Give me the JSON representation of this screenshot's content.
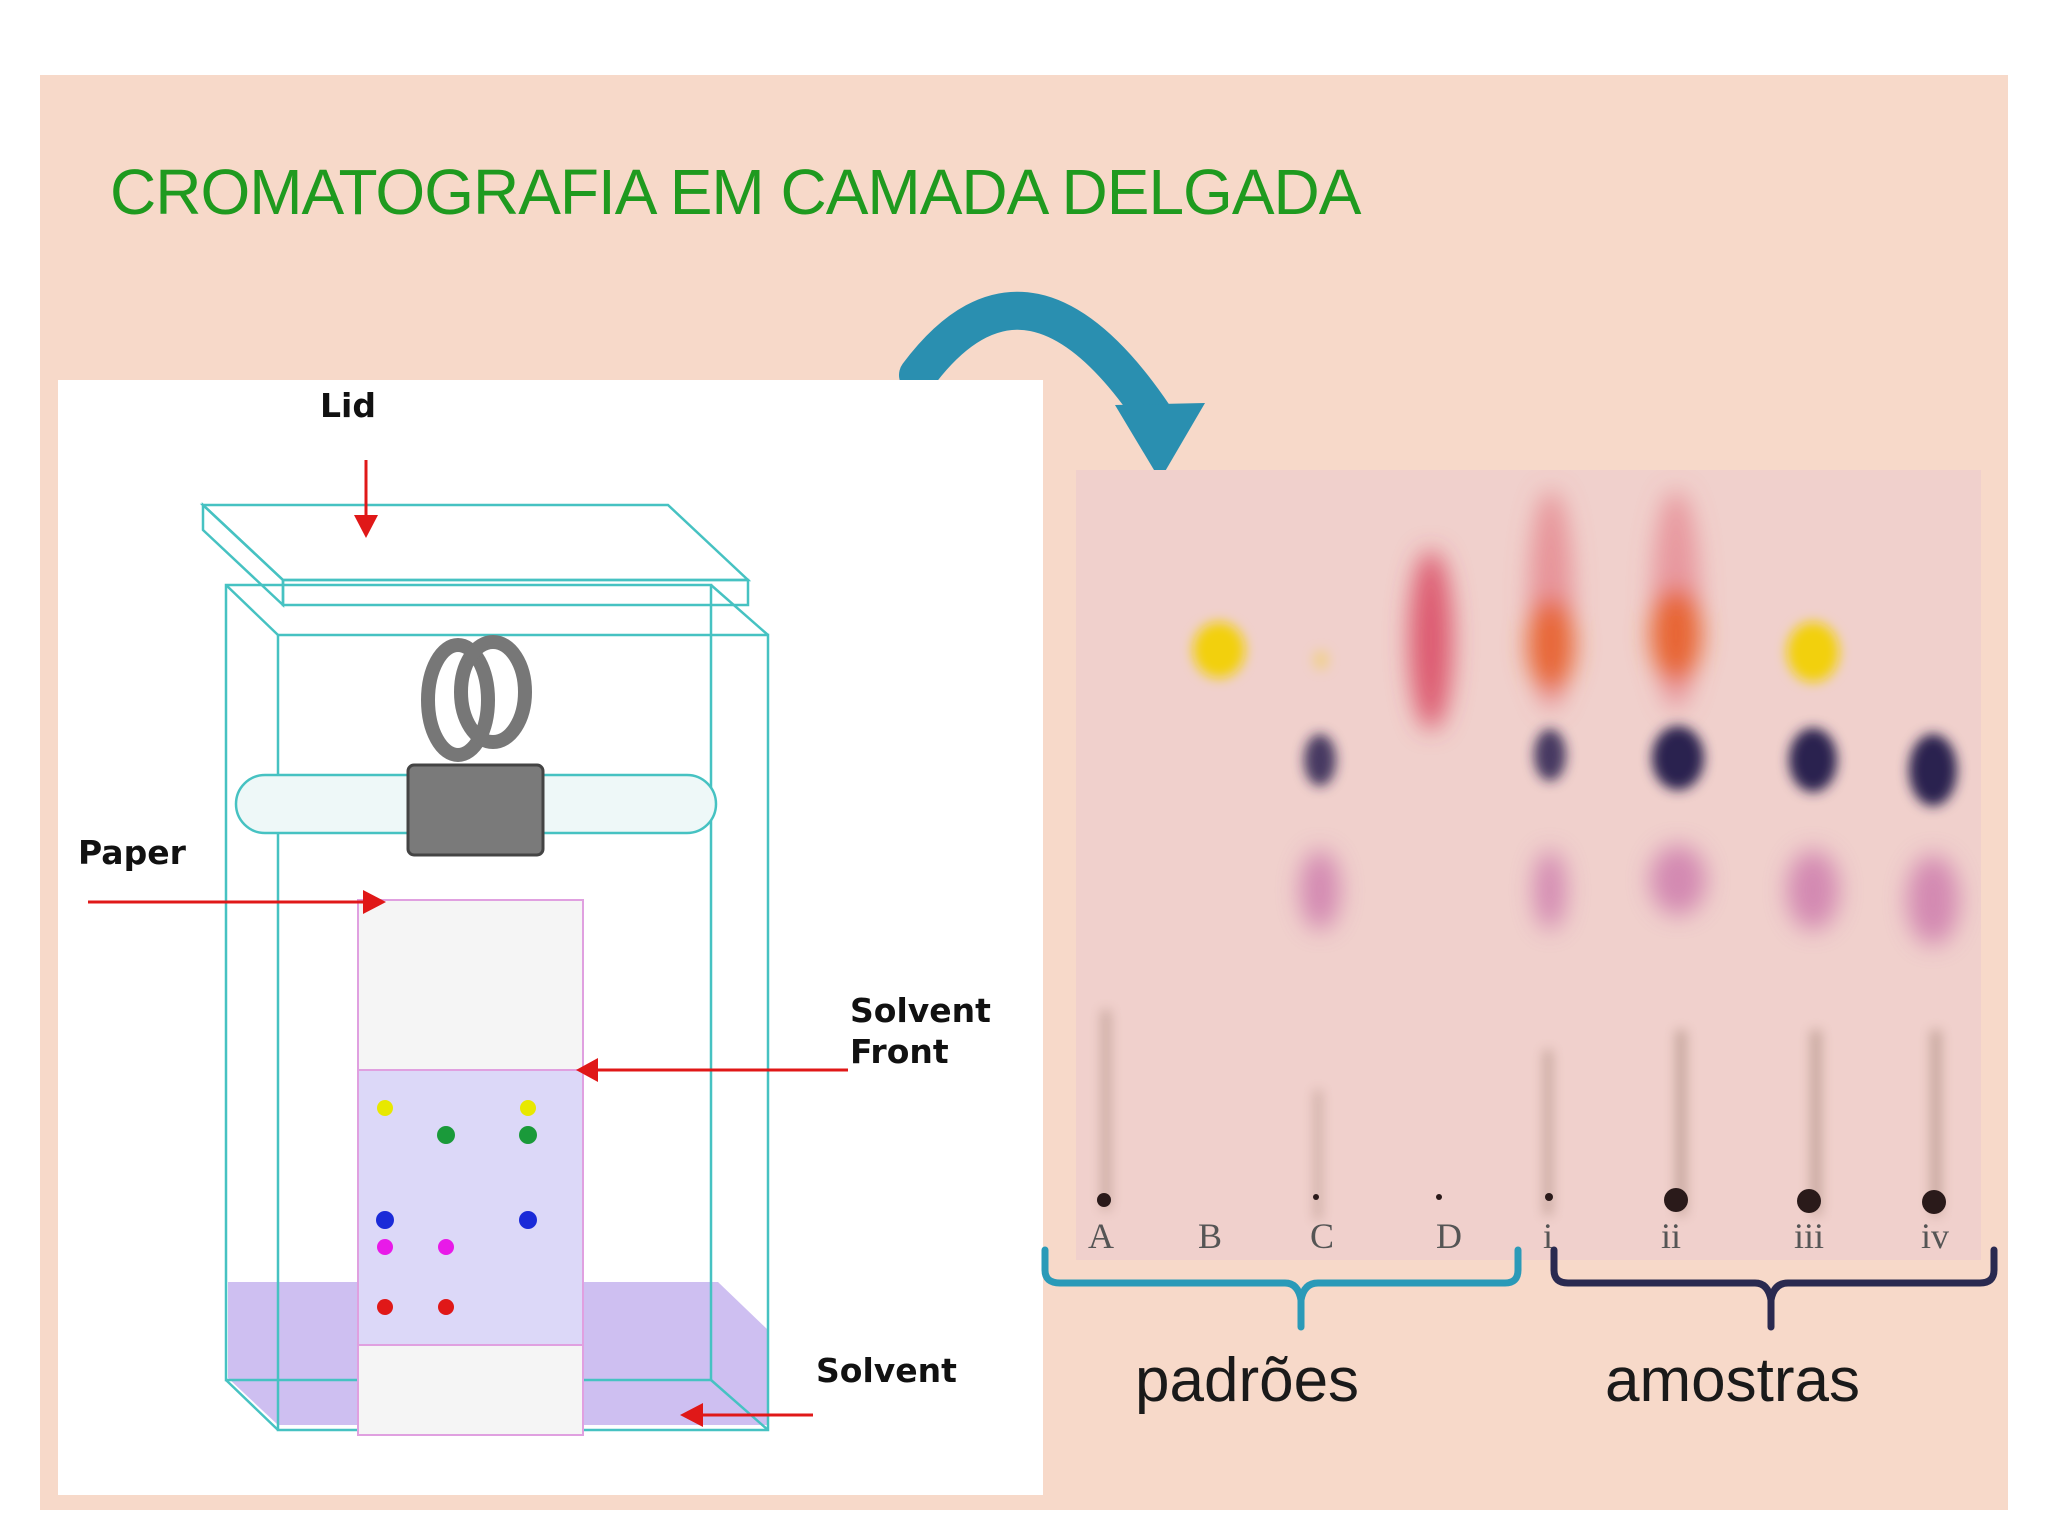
{
  "slide": {
    "title": "CROMATOGRAFIA EM CAMADA DELGADA",
    "background_color": "#f7d9c9",
    "title_color": "#1f9a1f",
    "arrow_color": "#2a8fb0"
  },
  "diagram": {
    "labels": {
      "lid": "Lid",
      "paper": "Paper",
      "solvent_front_line1": "Solvent",
      "solvent_front_line2": "Front",
      "solvent": "Solvent"
    },
    "pointer_color": "#e01818",
    "tank_color": "#46c2c2",
    "solvent_color": "#c9b8f0",
    "spot_colors": {
      "yellow": "#e8e800",
      "green": "#1a9a3a",
      "blue": "#1a2ad8",
      "magenta": "#e81ae8",
      "red": "#e01818"
    }
  },
  "plate": {
    "lanes": [
      "A",
      "B",
      "C",
      "D",
      "i",
      "ii",
      "iii",
      "iv"
    ],
    "background_color": "#f0d0cc"
  },
  "groups": [
    {
      "label": "padrões",
      "brace_color": "#2a9ab8"
    },
    {
      "label": "amostras",
      "brace_color": "#2a2a50"
    }
  ]
}
